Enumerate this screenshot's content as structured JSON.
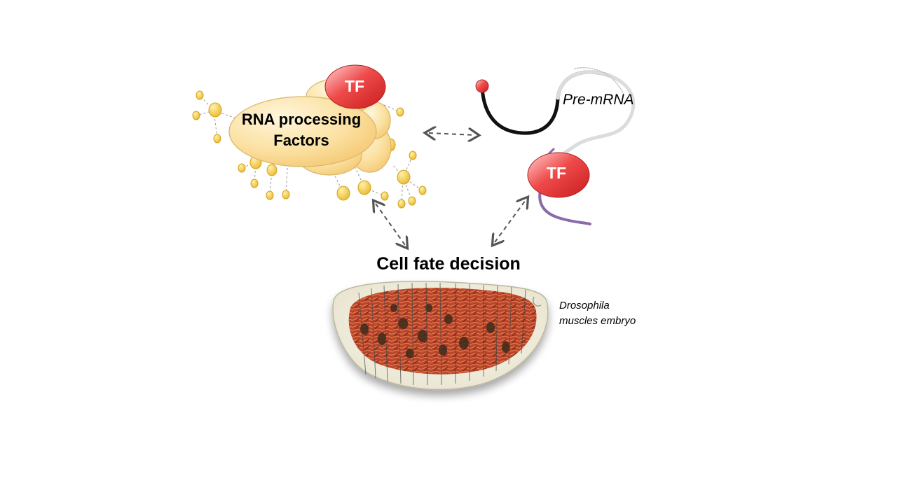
{
  "diagram": {
    "rna_processing_label_line1": "RNA processing",
    "rna_processing_label_line2": "Factors",
    "tf_label": "TF",
    "premrna_label": "Pre-mRNA",
    "cell_fate_label": "Cell fate decision",
    "embryo_caption_line1": "Drosophila",
    "embryo_caption_line2": "muscles embryo"
  },
  "colors": {
    "factor_fill": "#f9d98a",
    "satellite_fill": "#f3c640",
    "tf_fill": "#ee3a3a",
    "premrna_black": "#111111",
    "premrna_grey": "#d9d9d9",
    "premrna_purple": "#8a6aa8",
    "arrow": "#555555",
    "embryo_muscle": "#b8452a",
    "embryo_shell": "#f4f1e2"
  }
}
